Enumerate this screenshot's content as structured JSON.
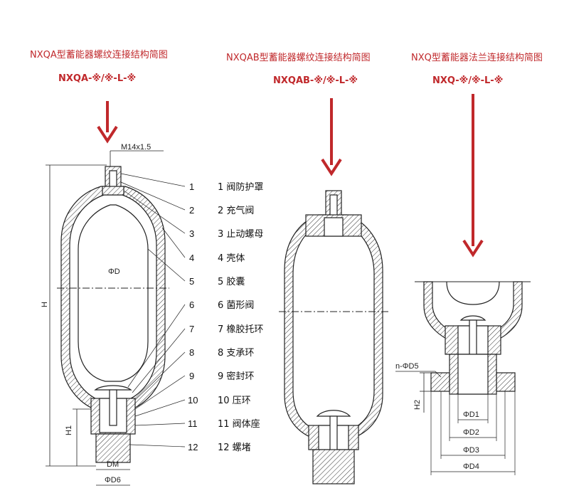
{
  "diagrams": [
    {
      "title": "NXQA型蓄能器螺纹连接结构简图",
      "model": "NXQA-※/※-L-※"
    },
    {
      "title": "NXQAB型蓄能器螺纹连接结构简图",
      "model": "NXQAB-※/※-L-※"
    },
    {
      "title": "NXQ型蓄能器法兰连接结构简图",
      "model": "NXQ-※/※-L-※"
    }
  ],
  "dimensions": {
    "thread": "M14x1.5",
    "height": "H",
    "diameter": "ΦD",
    "h1": "H1",
    "dm": "DM",
    "d6": "ΦD6",
    "d5": "n-ΦD5",
    "h2": "H2",
    "d1": "ΦD1",
    "d2": "ΦD2",
    "d3": "ΦD3",
    "d4": "ΦD4"
  },
  "parts": [
    {
      "num": "1",
      "label": "1 阀防护罩"
    },
    {
      "num": "2",
      "label": "2 充气阀"
    },
    {
      "num": "3",
      "label": "3 止动螺母"
    },
    {
      "num": "4",
      "label": "4 壳体"
    },
    {
      "num": "5",
      "label": "5 胶囊"
    },
    {
      "num": "6",
      "label": "6 菌形阀"
    },
    {
      "num": "7",
      "label": "7 橡胶托环"
    },
    {
      "num": "8",
      "label": "8 支承环"
    },
    {
      "num": "9",
      "label": "9 密封环"
    },
    {
      "num": "10",
      "label": "10 压环"
    },
    {
      "num": "11",
      "label": "11 阀体座"
    },
    {
      "num": "12",
      "label": "12 螺堵"
    }
  ],
  "colors": {
    "accent": "#c0282b",
    "line": "#222222"
  }
}
